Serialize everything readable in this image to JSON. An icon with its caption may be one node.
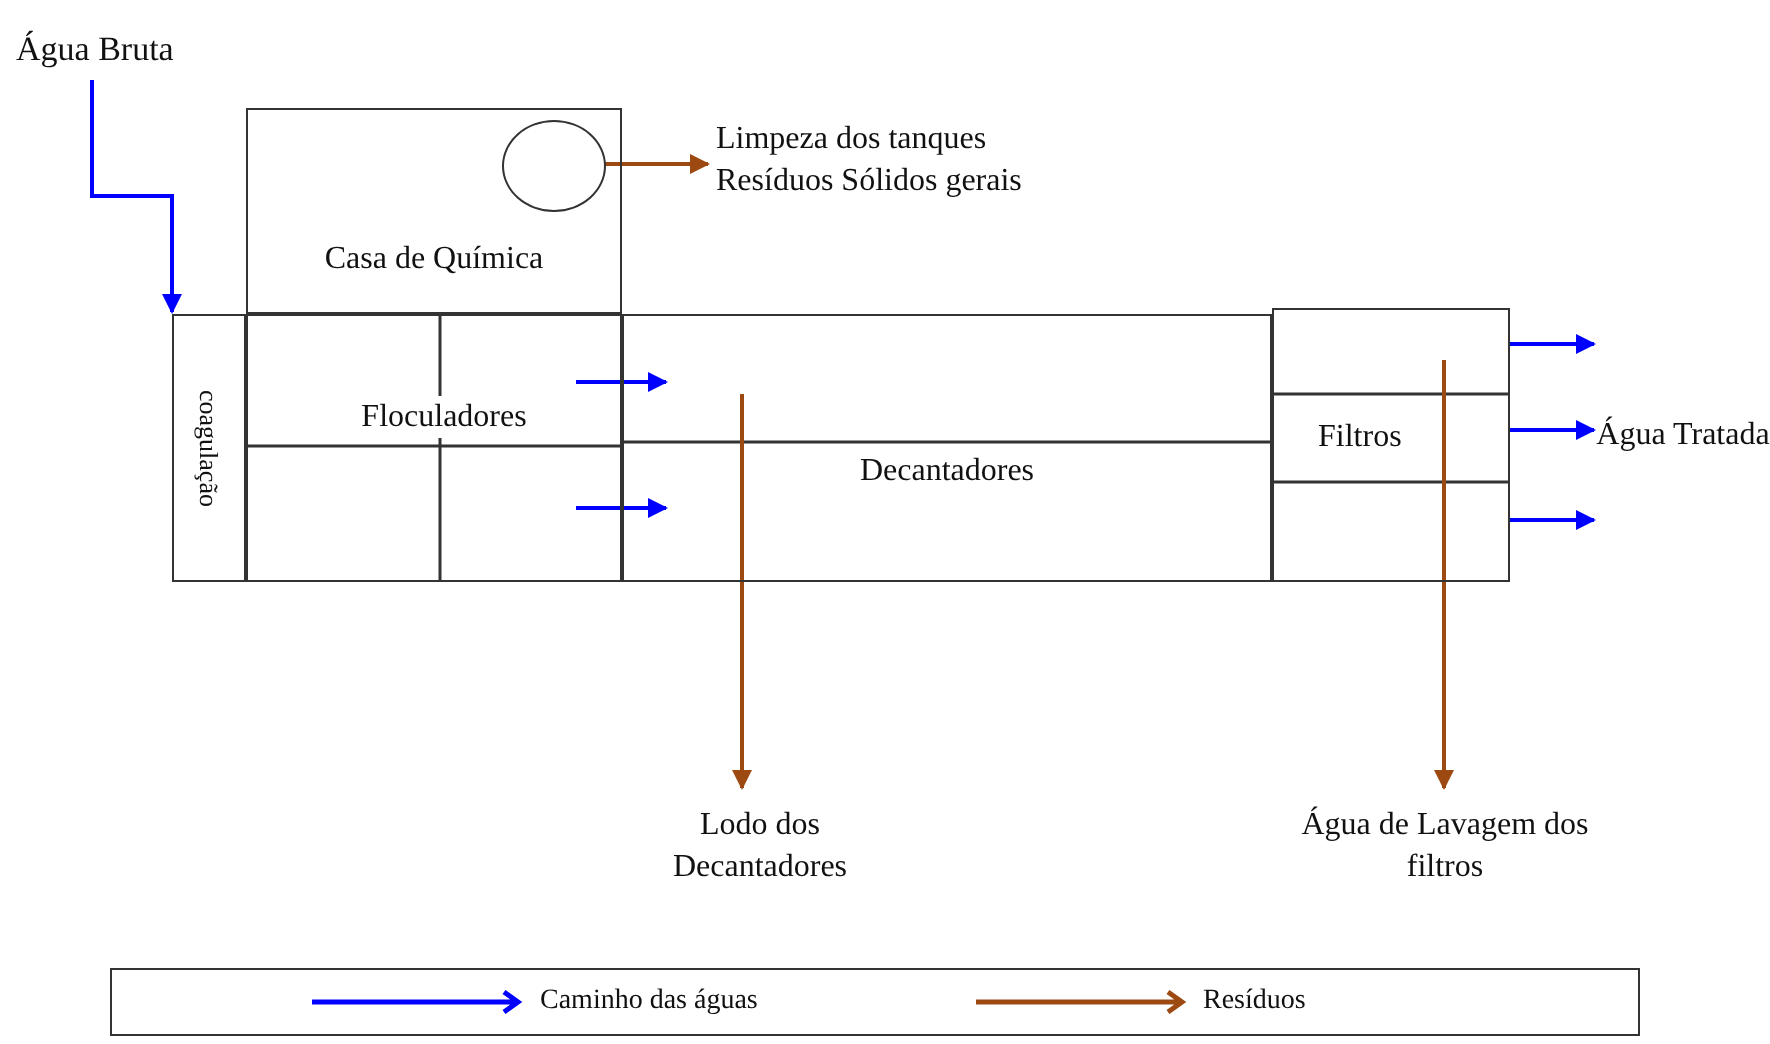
{
  "diagram": {
    "nodes": [
      {
        "text": [
          "Água Bruta"
        ]
      },
      {
        "text": [
          "Casa de Química"
        ]
      },
      {
        "text": [],
        "shape": "circle",
        "in": 1
      },
      {
        "text": [
          "Limpeza dos tanques",
          "Resíduos Sólidos gerais"
        ]
      },
      {
        "text": [
          "coagulação"
        ]
      },
      {
        "text": [
          "Floculadores"
        ]
      },
      {
        "text": [
          "Decantadores"
        ]
      },
      {
        "text": [
          "Filtros"
        ]
      },
      {
        "text": [
          "Água Tratada"
        ]
      },
      {
        "text": [
          "Lodo dos Decantadores"
        ]
      },
      {
        "text": [
          "Água de Lavagem dos filtros"
        ]
      }
    ],
    "edges": [
      {
        "from": 0,
        "to": 4,
        "arrow": "to"
      },
      {
        "from": 2,
        "to": 3,
        "arrow": "to",
        "color": "#9c4a12"
      },
      {
        "from": 5,
        "to": 6,
        "arrow": "to"
      },
      {
        "from": 5,
        "to": 6,
        "arrow": "to"
      },
      {
        "from": 7,
        "to": 8,
        "arrow": "to"
      },
      {
        "from": 7,
        "to": 8,
        "arrow": "to"
      },
      {
        "from": 7,
        "to": 8,
        "arrow": "to"
      },
      {
        "from": 6,
        "to": 9,
        "arrow": "to",
        "color": "#9c4a12"
      },
      {
        "from": 7,
        "to": 10,
        "arrow": "to",
        "color": "#9c4a12"
      }
    ],
    "legend": [
      {
        "text": "Caminho das águas",
        "color": "#0000ff"
      },
      {
        "text": "Resíduos",
        "color": "#9c4a12"
      }
    ]
  }
}
